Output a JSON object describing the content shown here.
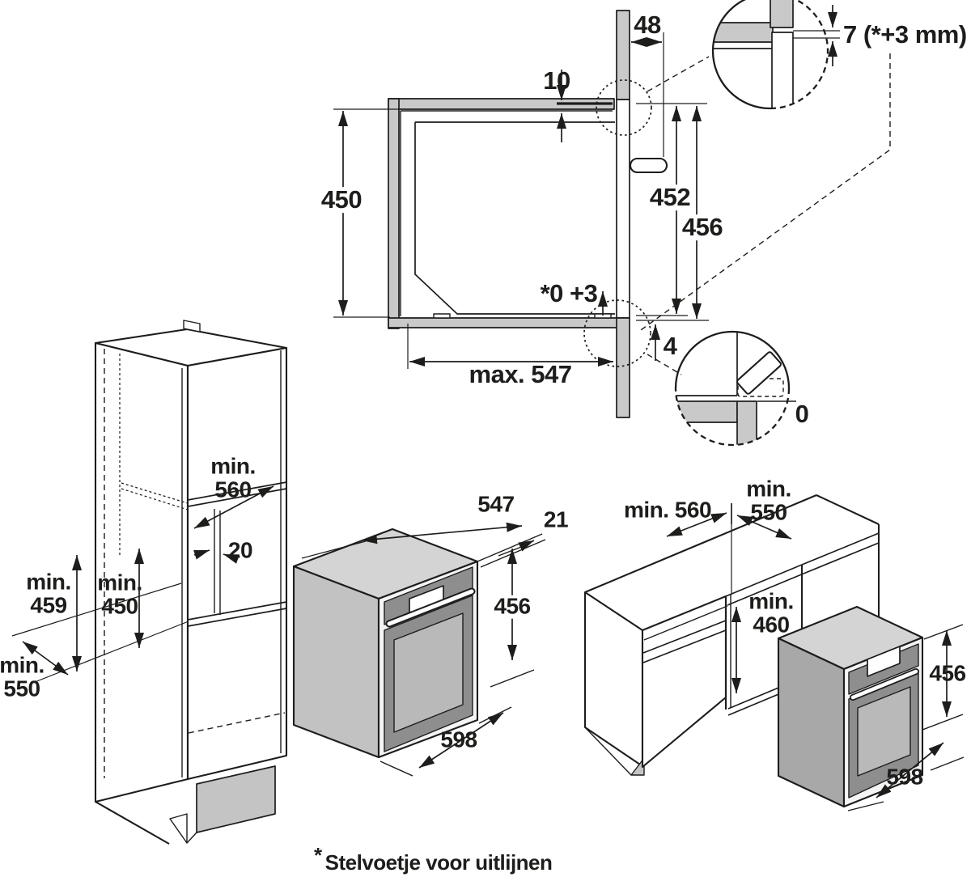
{
  "colors": {
    "line": "#1d1d1b",
    "section_gray": "#c9c9c9",
    "top_gray": "#d4d4d4",
    "side_gray": "#c2c2c2",
    "side_gray2": "#a8a8a8",
    "dark_panel": "#8e8e8e",
    "door_window": "#b9b9b9",
    "plinth": "#c4c4c4"
  },
  "labels": {
    "cross_section": {
      "top_gap": "10",
      "door_top_width": "48",
      "detail_top": "7 (*+3 mm)",
      "niche_height": "450",
      "oven_height": "452",
      "front_height": "456",
      "foot_adjust": "*0 +3",
      "below_shelf": "4",
      "max_depth": "max. 547",
      "detail_bottom": "0"
    },
    "tall_cabinet": {
      "niche_depth": "min.\n560",
      "side_gap": "20",
      "front_height": "min.\n459",
      "niche_height": "min.\n450",
      "floor_depth": "min.\n550"
    },
    "oven": {
      "depth": "547",
      "overhang": "21",
      "height": "456",
      "width": "598"
    },
    "base_run": {
      "left_depth": "min. 560",
      "right_depth": "min.\n550",
      "opening_height": "min.\n460",
      "oven_height": "456",
      "oven_width": "598"
    },
    "footnote": {
      "marker": "*",
      "text": "Stelvoetje voor uitlijnen"
    }
  }
}
